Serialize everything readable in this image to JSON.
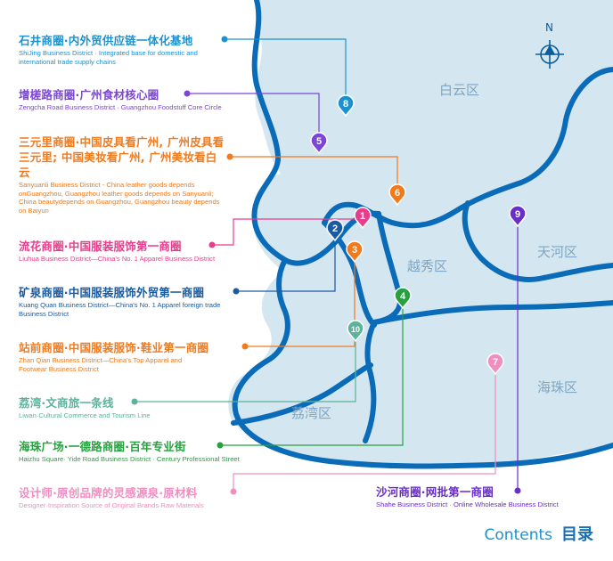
{
  "colors": {
    "map_fill": "#d4e6ef",
    "river_stroke": "#0a6bb8",
    "blue": "#1b92cf",
    "purple": "#7b45d6",
    "orange": "#f07a1e",
    "pink": "#e63e8c",
    "navy": "#1a5aa0",
    "teal": "#5bb39b",
    "green": "#27a03f",
    "light_pink": "#f08ec0",
    "violet": "#6a2ec9"
  },
  "compass": {
    "label": "N"
  },
  "districts": {
    "baiyun": "白云区",
    "yuexiu": "越秀区",
    "tianhe": "天河区",
    "haizhu": "海珠区",
    "liwan": "荔湾区"
  },
  "items": [
    {
      "marker": "8",
      "zh": "石井商圈·内外贸供应链一体化基地",
      "en": "ShiJing Business District · Integrated base for domestic and international trade supply chains",
      "color": "#1b92cf"
    },
    {
      "marker": "5",
      "zh": "增槎路商圈·广州食材核心圈",
      "en": "Zengcha Road Business District · Guangzhou Foodstuff Core Circle",
      "color": "#7b45d6"
    },
    {
      "marker": "6",
      "zh": "三元里商圈·中国皮具看广州, 广州皮具看三元里; 中国美妆看广州, 广州美妆看白云",
      "en": "Sanyuanli Business District - China leather goods depends onGuangzhou, Guangzhou leather goods depends on Sanyuanli; China beautydepends on Guangzhou, Guangzhou beauty depends on Baiyun",
      "color": "#f07a1e"
    },
    {
      "marker": "1",
      "zh": "流花商圈·中国服装服饰第一商圈",
      "en": "Liuhua Business District—China's No. 1 Apparel Business District",
      "color": "#e63e8c"
    },
    {
      "marker": "2",
      "zh": "矿泉商圈·中国服装服饰外贸第一商圈",
      "en": "Kuang Quan Business District—China's No. 1 Apparel foreign trade Business District",
      "color": "#1a5aa0"
    },
    {
      "marker": "3",
      "zh": "站前商圈·中国服装服饰·鞋业第一商圈",
      "en": "Zhan Qian Business District—China's Top Apparel and Footwear Business District",
      "color": "#f07a1e"
    },
    {
      "marker": "10",
      "zh": "荔湾·文商旅一条线",
      "en": "Liwan·Cultural Commerce and Tourism Line",
      "color": "#5bb39b"
    },
    {
      "marker": "4",
      "zh": "海珠广场·一德路商圈·百年专业街",
      "en": "Haizhu Square· Yide Road Business District · Century Professional Street",
      "color": "#27a03f"
    },
    {
      "marker": "7",
      "zh": "设计师·原创品牌的灵感源泉·原材料",
      "en": "Designer·Inspiration Source of Original Brands·Raw Materials",
      "color": "#f08ec0"
    },
    {
      "marker": "9",
      "zh": "沙河商圈·网批第一商圈",
      "en": "Shahe Business District · Online Wholesale Business District",
      "color": "#6a2ec9"
    }
  ],
  "footer": {
    "contents_en": "Contents",
    "contents_zh": "目录"
  }
}
